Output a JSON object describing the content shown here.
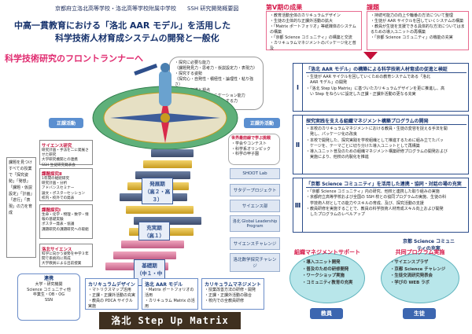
{
  "header": {
    "subtitle": "京都府立洛北高等学校・洛北高等学校附属中学校　　SSH 研究開発概要図",
    "title_line1": "中高一貫教育における「洛北 AAR モデル」を活用した",
    "title_line2": "科学技術人材育成システムの開発と一般化"
  },
  "frontrunner": "科学技術研究のフロントランナーへ",
  "results": {
    "heading": "第Ⅴ期の成果",
    "items": [
      "教育活動全体のカリキュラムデザイン",
      "生徒の主体的な正課外活動の拡大",
      "「Matrix ポートフォリオ」等紙媒体のシステムの構築",
      "「京都 Science コミュニティ」の構築と交流",
      "カリキュラムマネジメントのパッケージ化と普及"
    ]
  },
  "issues": {
    "heading": "課題",
    "items": [
      "持続可能力の向上や輪番の方法について整理",
      "生徒が AAR サイクルを回していくシステムの構築",
      "教員が生徒を支援できる具体的な方法についてはまるための導入ユニットの再構築",
      "「京都 Science コミュニティ」の機能の充実"
    ]
  },
  "vision": {
    "items": [
      "・探究に必要な能力",
      "（課題発見力・思考力・仮説設定力・表現力）",
      "・探究する姿勢",
      "（探究心・自発性・積極性・論理性・粘り強さ）",
      "・多様な知識と視点",
      "・価値を伝えるコミュニケーション能力",
      "・目標までの道筋をデザインする力"
    ]
  },
  "left_panel": {
    "regular": "正課活動",
    "side_label": "課題を見つけすべての授業で「探究姿勢」「発想」「課題・仮説設定」「計画」「遂行」「表現」の力を育成",
    "sci1": {
      "head": "サイエンス研究",
      "items": [
        "研究計画・手法を二に発展させた研究",
        "大学研究機関との連携",
        "SSH 生徒研究発表会"
      ]
    },
    "kadai2": {
      "head": "課題探究Ⅱ",
      "items": [
        "1年間の継続研究",
        "研究計画・分析",
        "アドバンスセミナー",
        "論文・ポスターセッション",
        "校内・校外での発表"
      ]
    },
    "kadai1": {
      "head": "課題探究Ⅰ",
      "items": [
        "生命・化学・物理・数学・情報の基礎実験",
        "ポスター発表・協議",
        "課題研究の課題研究への取組"
      ]
    },
    "sci2": {
      "head": "洛北サイエンス",
      "items": [
        "科学に向かう姿勢を中学３年間で系統的に育成",
        "大学教員による出前授業"
      ]
    },
    "partners_head": "連携",
    "partners": [
      "大学・研究機関",
      "Science コミュニティ他",
      "卒業生・OB・OG",
      "SSN"
    ]
  },
  "center": {
    "stage3": "発展期\n（高２・高３）",
    "stage2": "充実期\n（高１）",
    "stage1": "基礎期\n（中１・中２）"
  },
  "right_activities": {
    "heading": "正課外活動",
    "bubble_title": "世界最前線で学ぶ挑戦",
    "bubble_items": [
      "・学会やコンテスト",
      "・科学系オリンピック",
      "・科学の甲子園"
    ],
    "pills": [
      "SHOOT Lab",
      "サタデープロジェクト",
      "サイエンス部",
      "洛北 Global Leadership Program",
      "サイエンスチャレンジ",
      "洛北数学探究チャレンジ"
    ]
  },
  "bottom": {
    "curriculum": {
      "head": "カリキュラムデザイン",
      "items": [
        "・マトリクスマップ活用",
        "・正課・正課外活動の充実",
        "・教員の PDCA サイクル実施"
      ]
    },
    "model": {
      "head": "洛北 AAR モデル",
      "items": [
        "・Matrix ポートフォリオの活用",
        "・カリキュラム Matrix の活用"
      ]
    },
    "management": {
      "head": "カリキュラムマネジメント",
      "items": [
        "・授業改善方法の研修・開発",
        "・正課・正課外活動の融合",
        "・校内での全教員研修"
      ]
    },
    "stepup": "洛北 Step Up Matrix"
  },
  "sections": [
    {
      "num": "Ⅰ",
      "title": "「洛北 AAR モデル」の構築による科学技術人材育成の促進と検証",
      "body": [
        "・生徒が AAR サイクルを回していくための教育システムである「洛北",
        "　AAR モデル」の開発",
        "・「洛北 Step Up Matrix」に基づいたカリキュラムデザインを更に推進し、高",
        "　い Step をねらいに設定した正課・正課外活動の更なる充実"
      ]
    },
    {
      "num": "Ⅱ",
      "title": "探究実践を支える組織マネジメント構築プログラムの開発",
      "body": [
        "・本校のカリキュラムマネジメントにおける教員・生徒の変容を捉える手法を開",
        "　発し、パッケージ化の改良",
        "・本校で開発した、探究実践を学校組織として推進するために組み立てたパッ",
        "　ケージを、テーマごとに切り分けた導入ユニットとして再構築",
        "・導入ユニット普及のための組織マネジメント構築研修プログラムの開発および",
        "　実施により、他校の内製化を推進"
      ]
    },
    {
      "num": "Ⅲ",
      "title": "「京都 Science コミュニティ」を活用した連携・協同・対話の場の充実",
      "body": [
        "・「京都 Science コミュニティ」内の研究、他校と連携した取り組みの実施",
        "・京都府立高等学校および全国の SSH 校との協同プログラムの実施、生徒の科",
        "　学技術人材としての能力やスキルの育成、及び、探究活動の支援",
        "・教員研修を実施することで、教員の科学技術人材育成スキル向上および開発",
        "　したプログラムのレベルアップ"
      ]
    }
  ],
  "community": {
    "heading": "京都 Science コミュニティの充実",
    "org_head": "組織マネジメントサポート",
    "org_items": [
      "導入ユニット開発",
      "普及のための研修開発",
      "ワークショップ実施",
      "コミュニティ教育の充実"
    ],
    "joint_head": "共同プログラム実施",
    "joint_items": [
      "サイエンスプラザ",
      "京都 Science チャレンジ",
      "生徒交流研究発表会",
      "学びの WEB ラボ"
    ],
    "teachers": "教員",
    "students": "生徒"
  }
}
